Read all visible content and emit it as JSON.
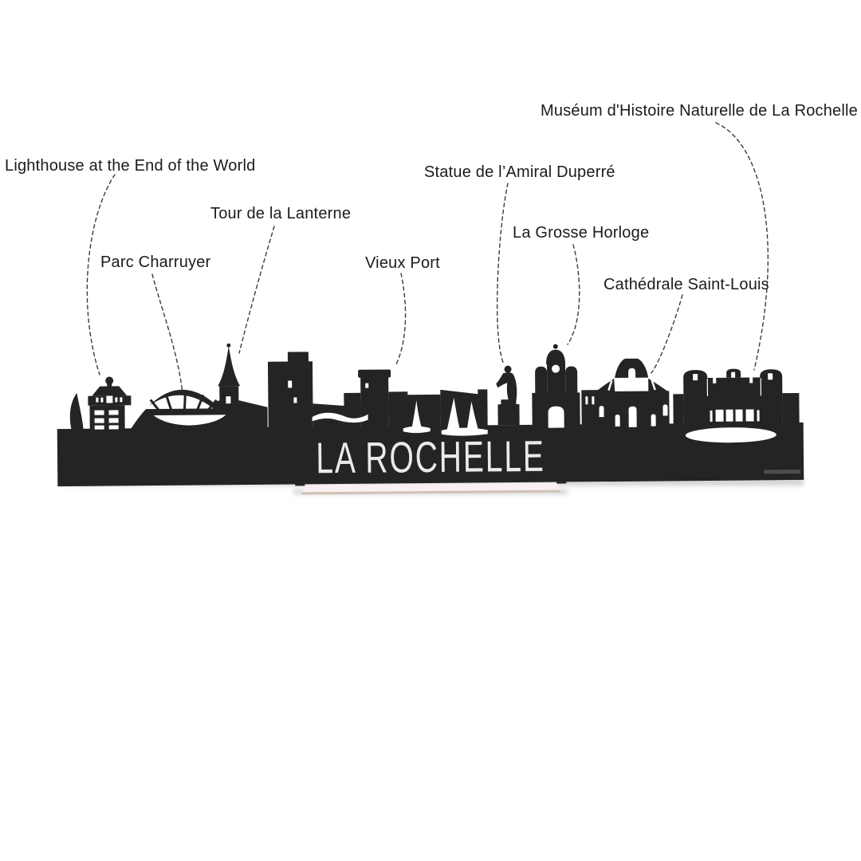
{
  "page": {
    "background_color": "#ffffff"
  },
  "product": {
    "city_name": "LA ROCHELLE",
    "city_text_color": "#eceae7",
    "silhouette_color": "#242426",
    "cutout_color": "#ffffff",
    "stand_color": "#f8f0f1",
    "stand_edge_color": "#cfc2b4",
    "connector_color": "#3c3c3c",
    "label_color": "#1b1b1b"
  },
  "labels": [
    {
      "id": "lighthouse",
      "text": "Lighthouse at the End of the World"
    },
    {
      "id": "lanterne",
      "text": "Tour de la Lanterne"
    },
    {
      "id": "parc",
      "text": "Parc Charruyer"
    },
    {
      "id": "vieux_port",
      "text": "Vieux Port"
    },
    {
      "id": "statue",
      "text": "Statue de l’Amiral Duperré"
    },
    {
      "id": "horloge",
      "text": "La Grosse Horloge"
    },
    {
      "id": "cathedrale",
      "text": "Cathédrale Saint-Louis"
    },
    {
      "id": "museum",
      "text": "Muséum d'Histoire Naturelle de La Rochelle"
    }
  ]
}
